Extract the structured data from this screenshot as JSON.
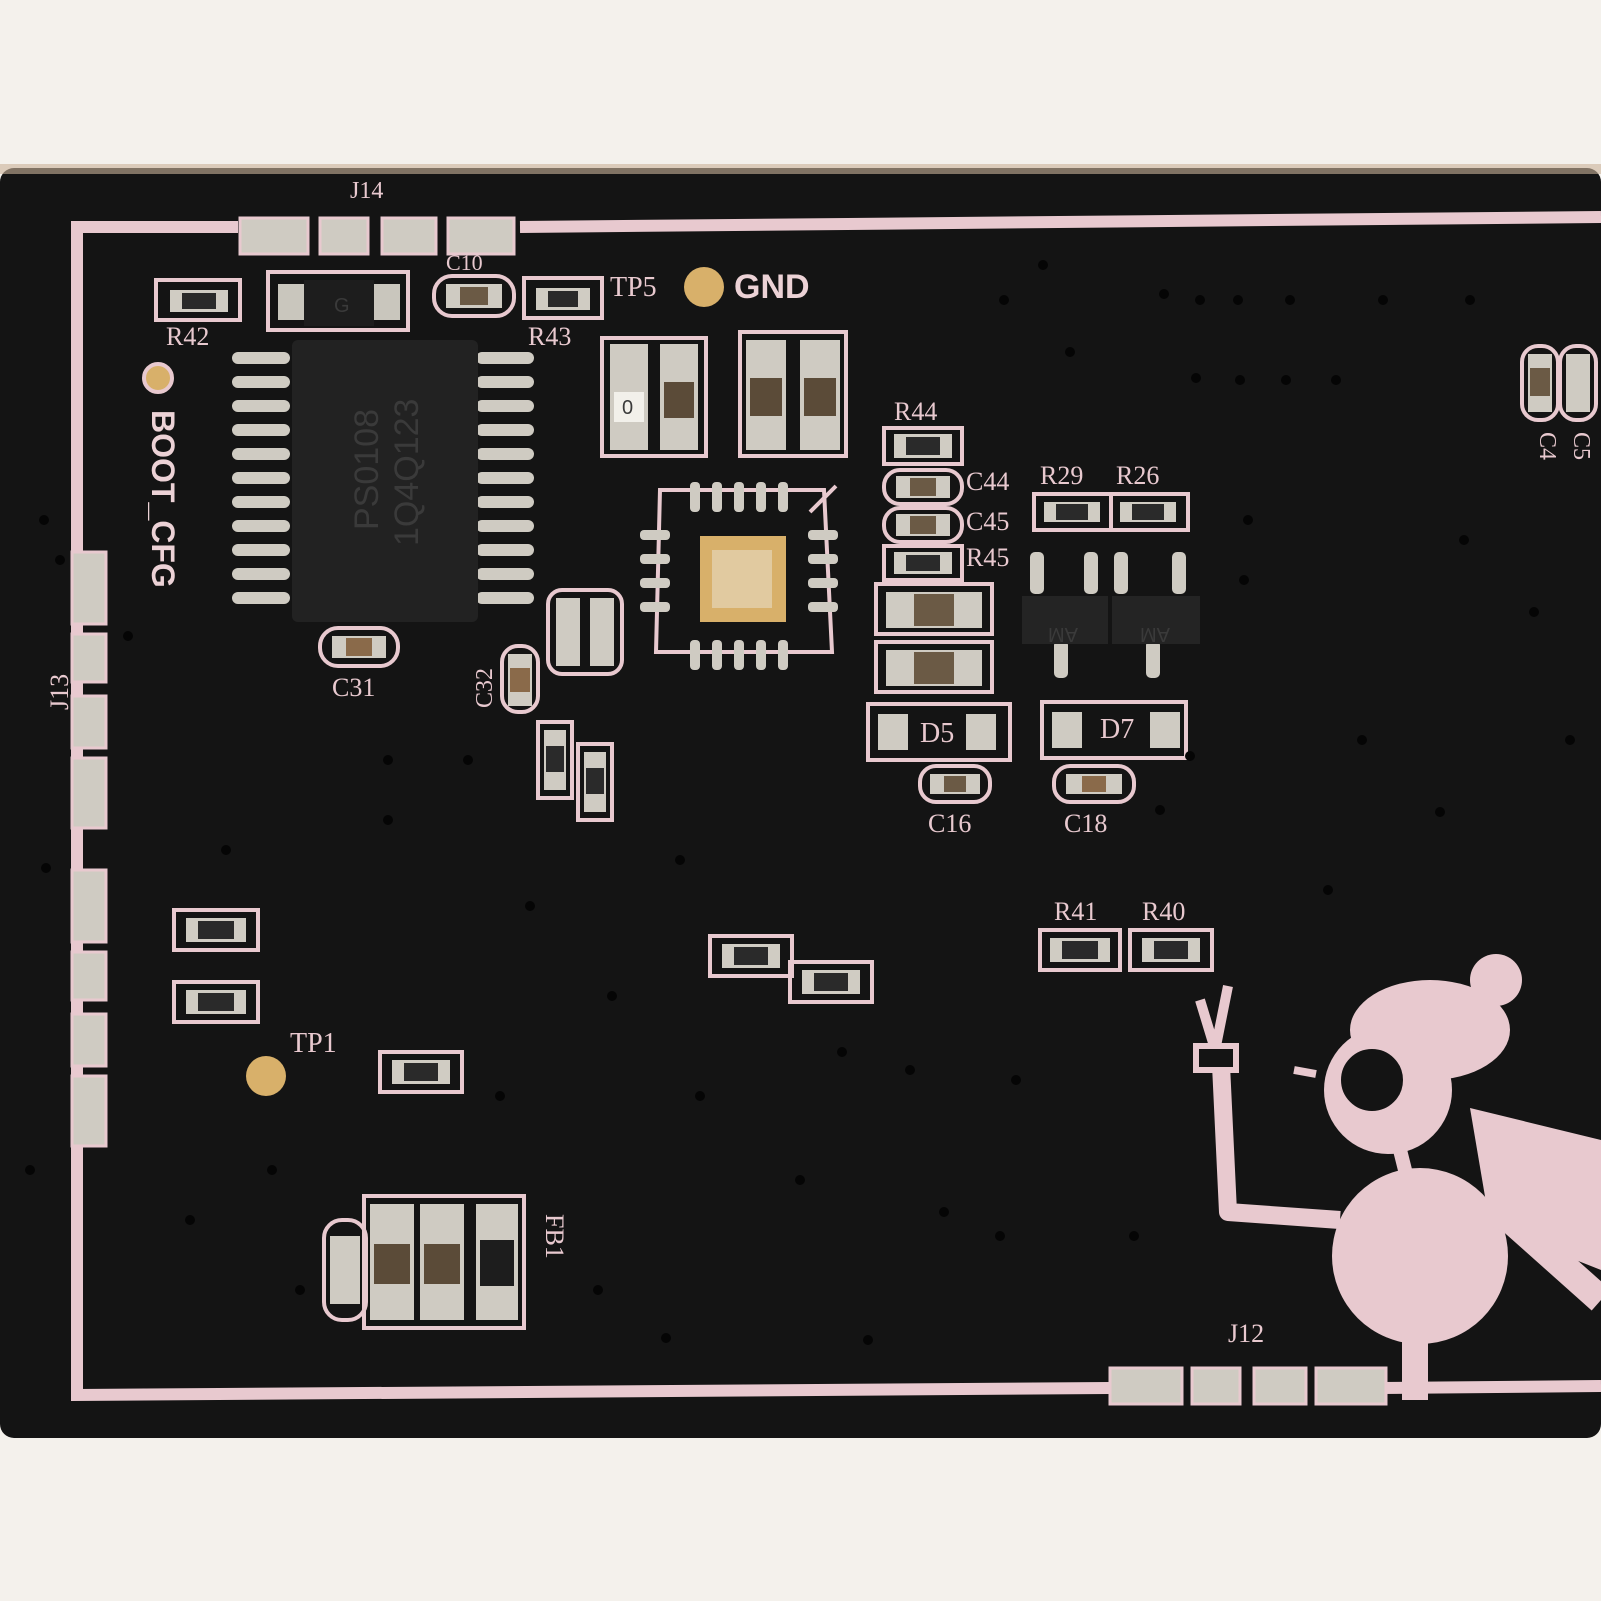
{
  "pcb": {
    "board_color": "#141414",
    "silkscreen_color": "#e8c9cf",
    "pad_color": "#c9c6bd",
    "labels": {
      "j14": "J14",
      "j13": "J13",
      "j12": "J12",
      "r42": "R42",
      "r43": "R43",
      "c10": "C10",
      "tp5": "TP5",
      "gnd": "GND",
      "boot_cfg": "BOOT_CFG",
      "r44": "R44",
      "c44": "C44",
      "c45": "C45",
      "r45": "R45",
      "r29": "R29",
      "r26": "R26",
      "c31": "C31",
      "c32": "C32",
      "d5": "D5",
      "d7": "D7",
      "c16": "C16",
      "c18": "C18",
      "r41": "R41",
      "r40": "R40",
      "tp1": "TP1",
      "fb1": "FB1",
      "c5": "C5",
      "c4": "C4",
      "zero": "0",
      "g": "G"
    },
    "main_chip": {
      "line1": "PS0108",
      "line2": "1Q4Q123"
    },
    "transistor_marking": "AM",
    "chip_color": "#222222",
    "gold_color": "#d8b06a"
  }
}
